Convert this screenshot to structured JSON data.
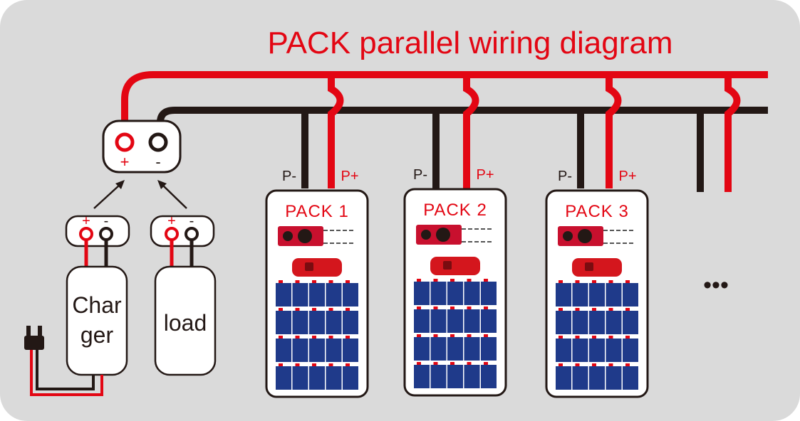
{
  "title": "PACK parallel wiring diagram",
  "colors": {
    "background": "#dadada",
    "positive_wire": "#e30613",
    "negative_wire": "#231815",
    "title": "#e30613",
    "pack_label": "#e30613",
    "cell": "#1f3a8a",
    "cell_terminal": "#e30613"
  },
  "terminal_block": {
    "plus": "+",
    "minus": "-"
  },
  "charger": {
    "label_line1": "Char",
    "label_line2": "ger",
    "plus": "+",
    "minus": "-",
    "icon": "power-plug-icon"
  },
  "load": {
    "label": "load",
    "plus": "+",
    "minus": "-"
  },
  "packs": [
    {
      "label": "PACK 1",
      "neg_label": "P-",
      "pos_label": "P+"
    },
    {
      "label": "PACK 2",
      "neg_label": "P-",
      "pos_label": "P+"
    },
    {
      "label": "PACK 3",
      "neg_label": "P-",
      "pos_label": "P+"
    }
  ],
  "more_indicator": "•••"
}
